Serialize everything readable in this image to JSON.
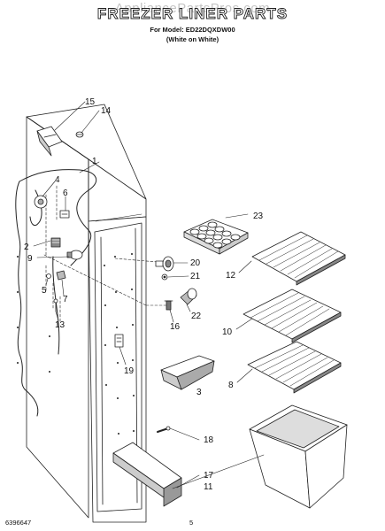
{
  "header": {
    "watermark": "AppliancePartsPros.com",
    "title": "FREEZER LINER PARTS",
    "model": "For Model: ED22DQXDW00",
    "color": "(White on White)"
  },
  "callouts": [
    {
      "id": "p15",
      "label": "15"
    },
    {
      "id": "p14",
      "label": "14"
    },
    {
      "id": "p1",
      "label": "1"
    },
    {
      "id": "p4",
      "label": "4"
    },
    {
      "id": "p6",
      "label": "6"
    },
    {
      "id": "p2",
      "label": "2"
    },
    {
      "id": "p9",
      "label": "9"
    },
    {
      "id": "p5",
      "label": "5"
    },
    {
      "id": "p7",
      "label": "7"
    },
    {
      "id": "p13",
      "label": "13"
    },
    {
      "id": "p23",
      "label": "23"
    },
    {
      "id": "p20",
      "label": "20"
    },
    {
      "id": "p21",
      "label": "21"
    },
    {
      "id": "p12",
      "label": "12"
    },
    {
      "id": "p22",
      "label": "22"
    },
    {
      "id": "p16",
      "label": "16"
    },
    {
      "id": "p10",
      "label": "10"
    },
    {
      "id": "p19",
      "label": "19"
    },
    {
      "id": "p8",
      "label": "8"
    },
    {
      "id": "p3",
      "label": "3"
    },
    {
      "id": "p18",
      "label": "18"
    },
    {
      "id": "p17",
      "label": "17"
    },
    {
      "id": "p11",
      "label": "11"
    }
  ],
  "footer": {
    "doc_number": "6396647",
    "page": "5"
  }
}
